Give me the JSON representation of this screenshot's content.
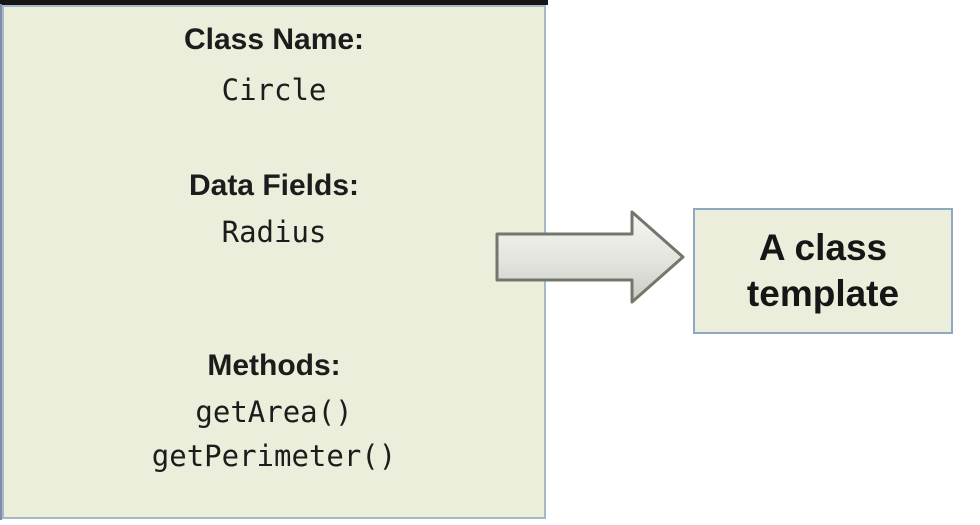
{
  "diagram": {
    "class_box": {
      "class_name_label": "Class Name:",
      "class_name_value": "Circle",
      "data_fields_label": "Data Fields:",
      "data_fields_value": "Radius",
      "methods_label": "Methods:",
      "methods": [
        "getArea()",
        "getPerimeter()"
      ]
    },
    "annotation_box": {
      "line1": "A class",
      "line2": "template"
    },
    "arrow": {
      "icon": "right-block-arrow"
    },
    "colors": {
      "box_fill": "#eaeeda",
      "class_box_border": "#a6b9c8",
      "annotation_box_border": "#8fa9c4",
      "top_bar": "#161616",
      "arrow_fill_top": "#f4f4f1",
      "arrow_fill_bottom": "#cfd1c9",
      "arrow_stroke": "#72776c",
      "text": "#1c1c1c"
    }
  }
}
